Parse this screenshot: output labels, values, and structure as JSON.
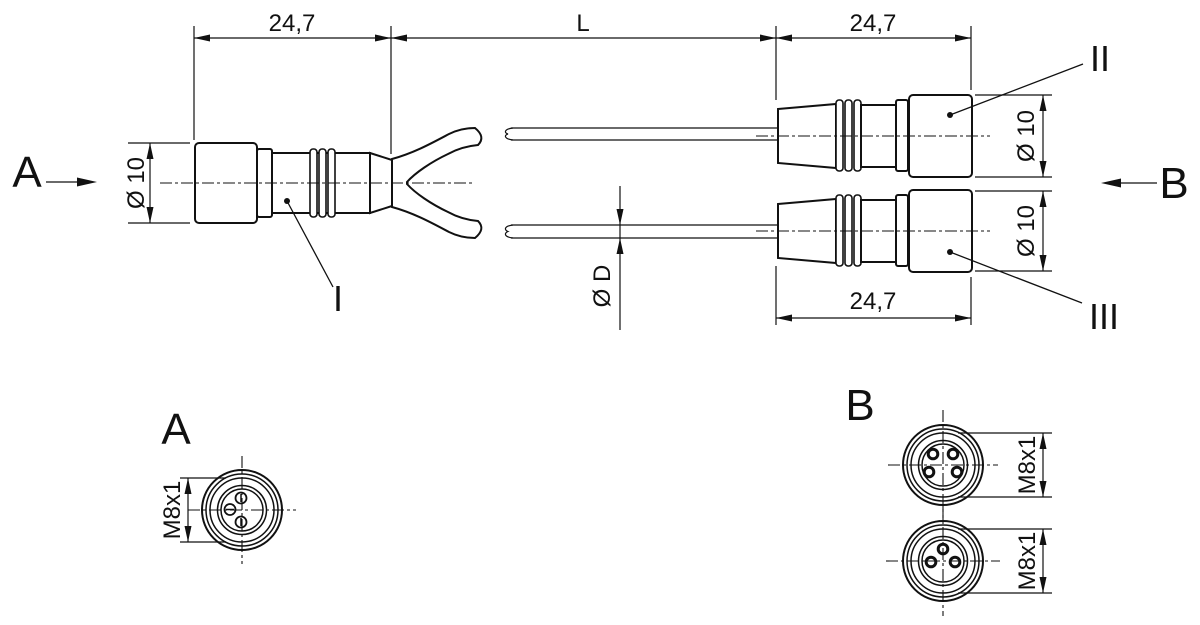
{
  "drawing": {
    "colors": {
      "line": "#111111",
      "background": "#ffffff"
    },
    "dimensions": {
      "top_left_length": "24,7",
      "cable_length": "L",
      "top_right_length": "24,7",
      "bottom_right_length": "24,7",
      "connector_diameter": "Ø 10",
      "cable_diameter": "Ø D"
    },
    "side_labels": {
      "a": "A",
      "b": "B"
    },
    "part_refs": {
      "i": "I",
      "ii": "II",
      "iii": "III"
    },
    "views": {
      "a": {
        "heading": "A",
        "thread": "M8x1",
        "contacts": 3
      },
      "b": {
        "heading": "B",
        "connectors": [
          {
            "thread": "M8x1",
            "contacts": 4
          },
          {
            "thread": "M8x1",
            "contacts": 3
          }
        ]
      }
    }
  }
}
